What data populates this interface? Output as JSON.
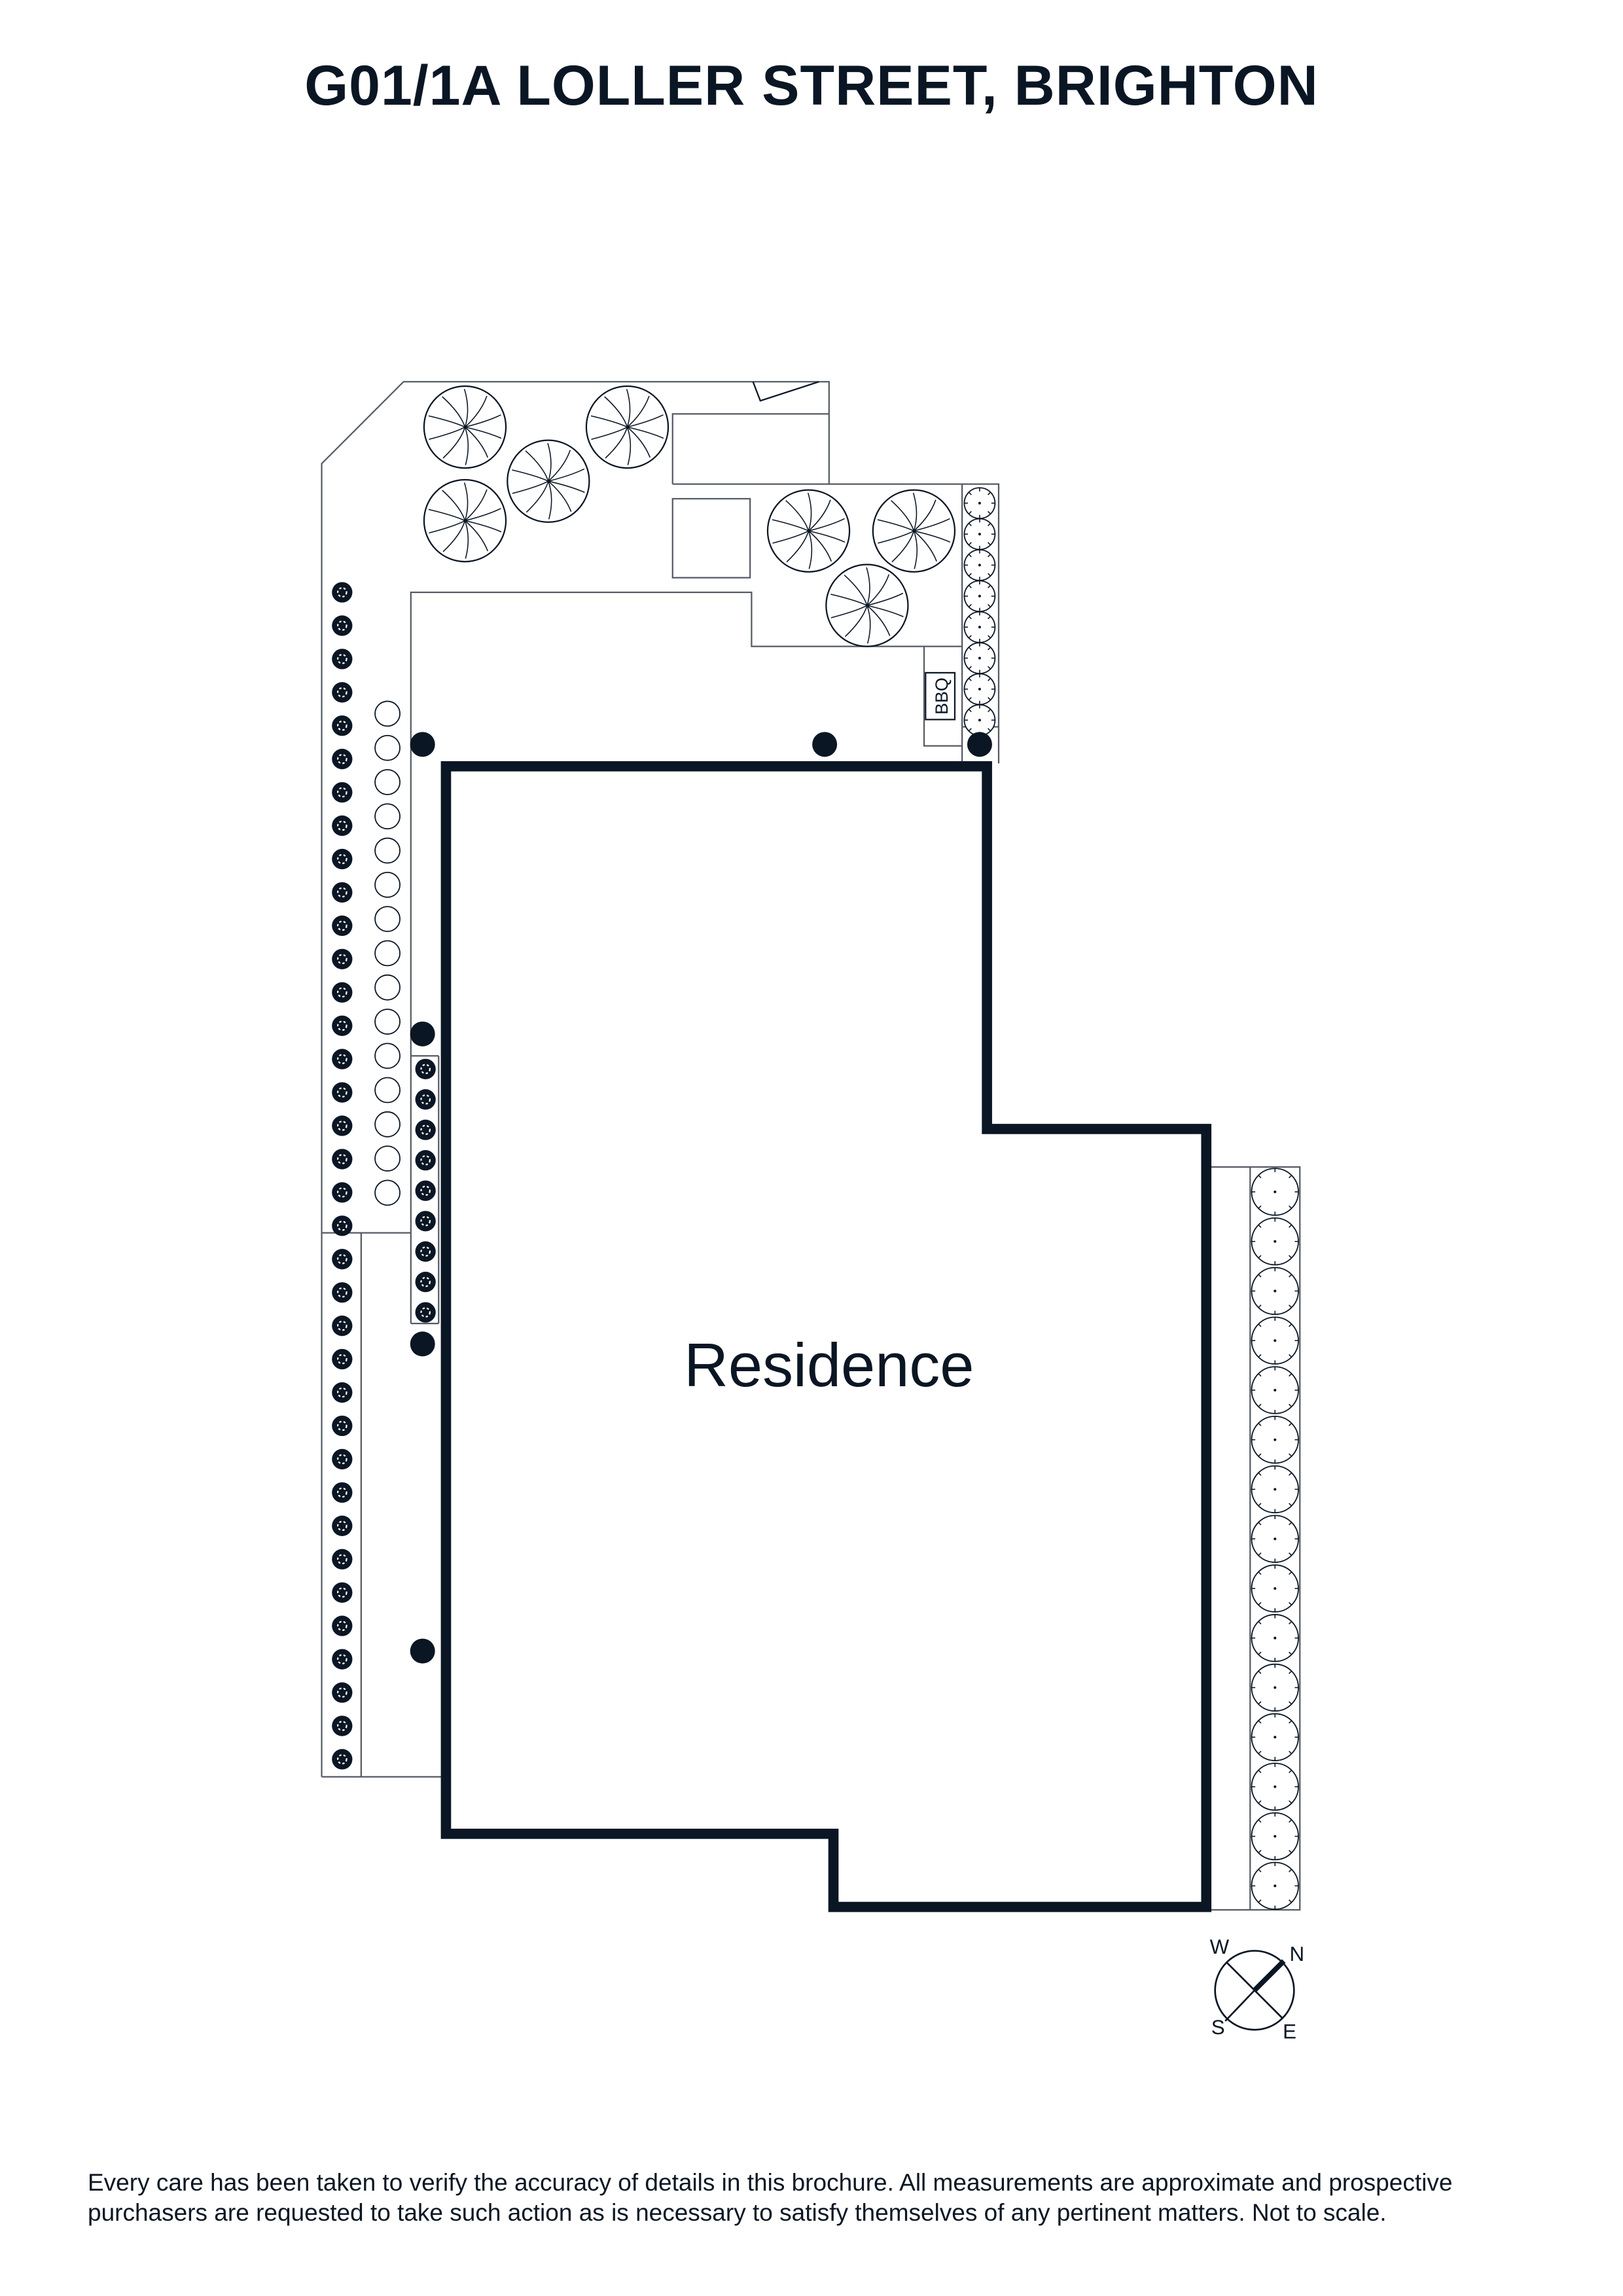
{
  "title": "G01/1A LOLLER STREET, BRIGHTON",
  "plan": {
    "room_label": "Residence",
    "bbq_label": "BBQ",
    "compass": {
      "w": "W",
      "n": "N",
      "s": "S",
      "e": "E"
    },
    "colors": {
      "ink": "#0b1624",
      "line": "#555b63"
    }
  },
  "disclaimer": {
    "line1": "Every care has been taken to verify the accuracy of details in this brochure. All measurements are approximate and prospective",
    "line2": "purchasers are requested to take such action as is necessary to satisfy themselves of any pertinent matters. Not to scale."
  }
}
